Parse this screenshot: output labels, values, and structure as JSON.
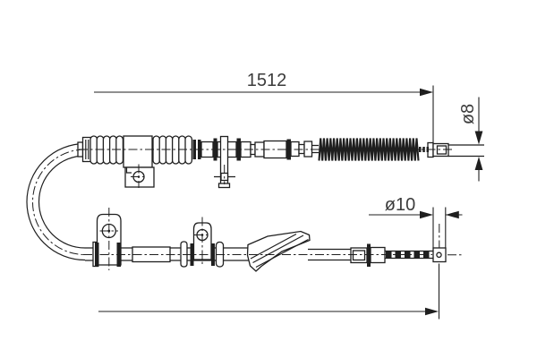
{
  "drawing": {
    "dimensions": {
      "overall_length": "1512",
      "cable_end_diameter": "ø8",
      "clevis_pin_diameter": "ø10"
    },
    "colors": {
      "background": "#ffffff",
      "line": "#1f1f1f",
      "dimension_text": "#3c3c3c"
    }
  }
}
